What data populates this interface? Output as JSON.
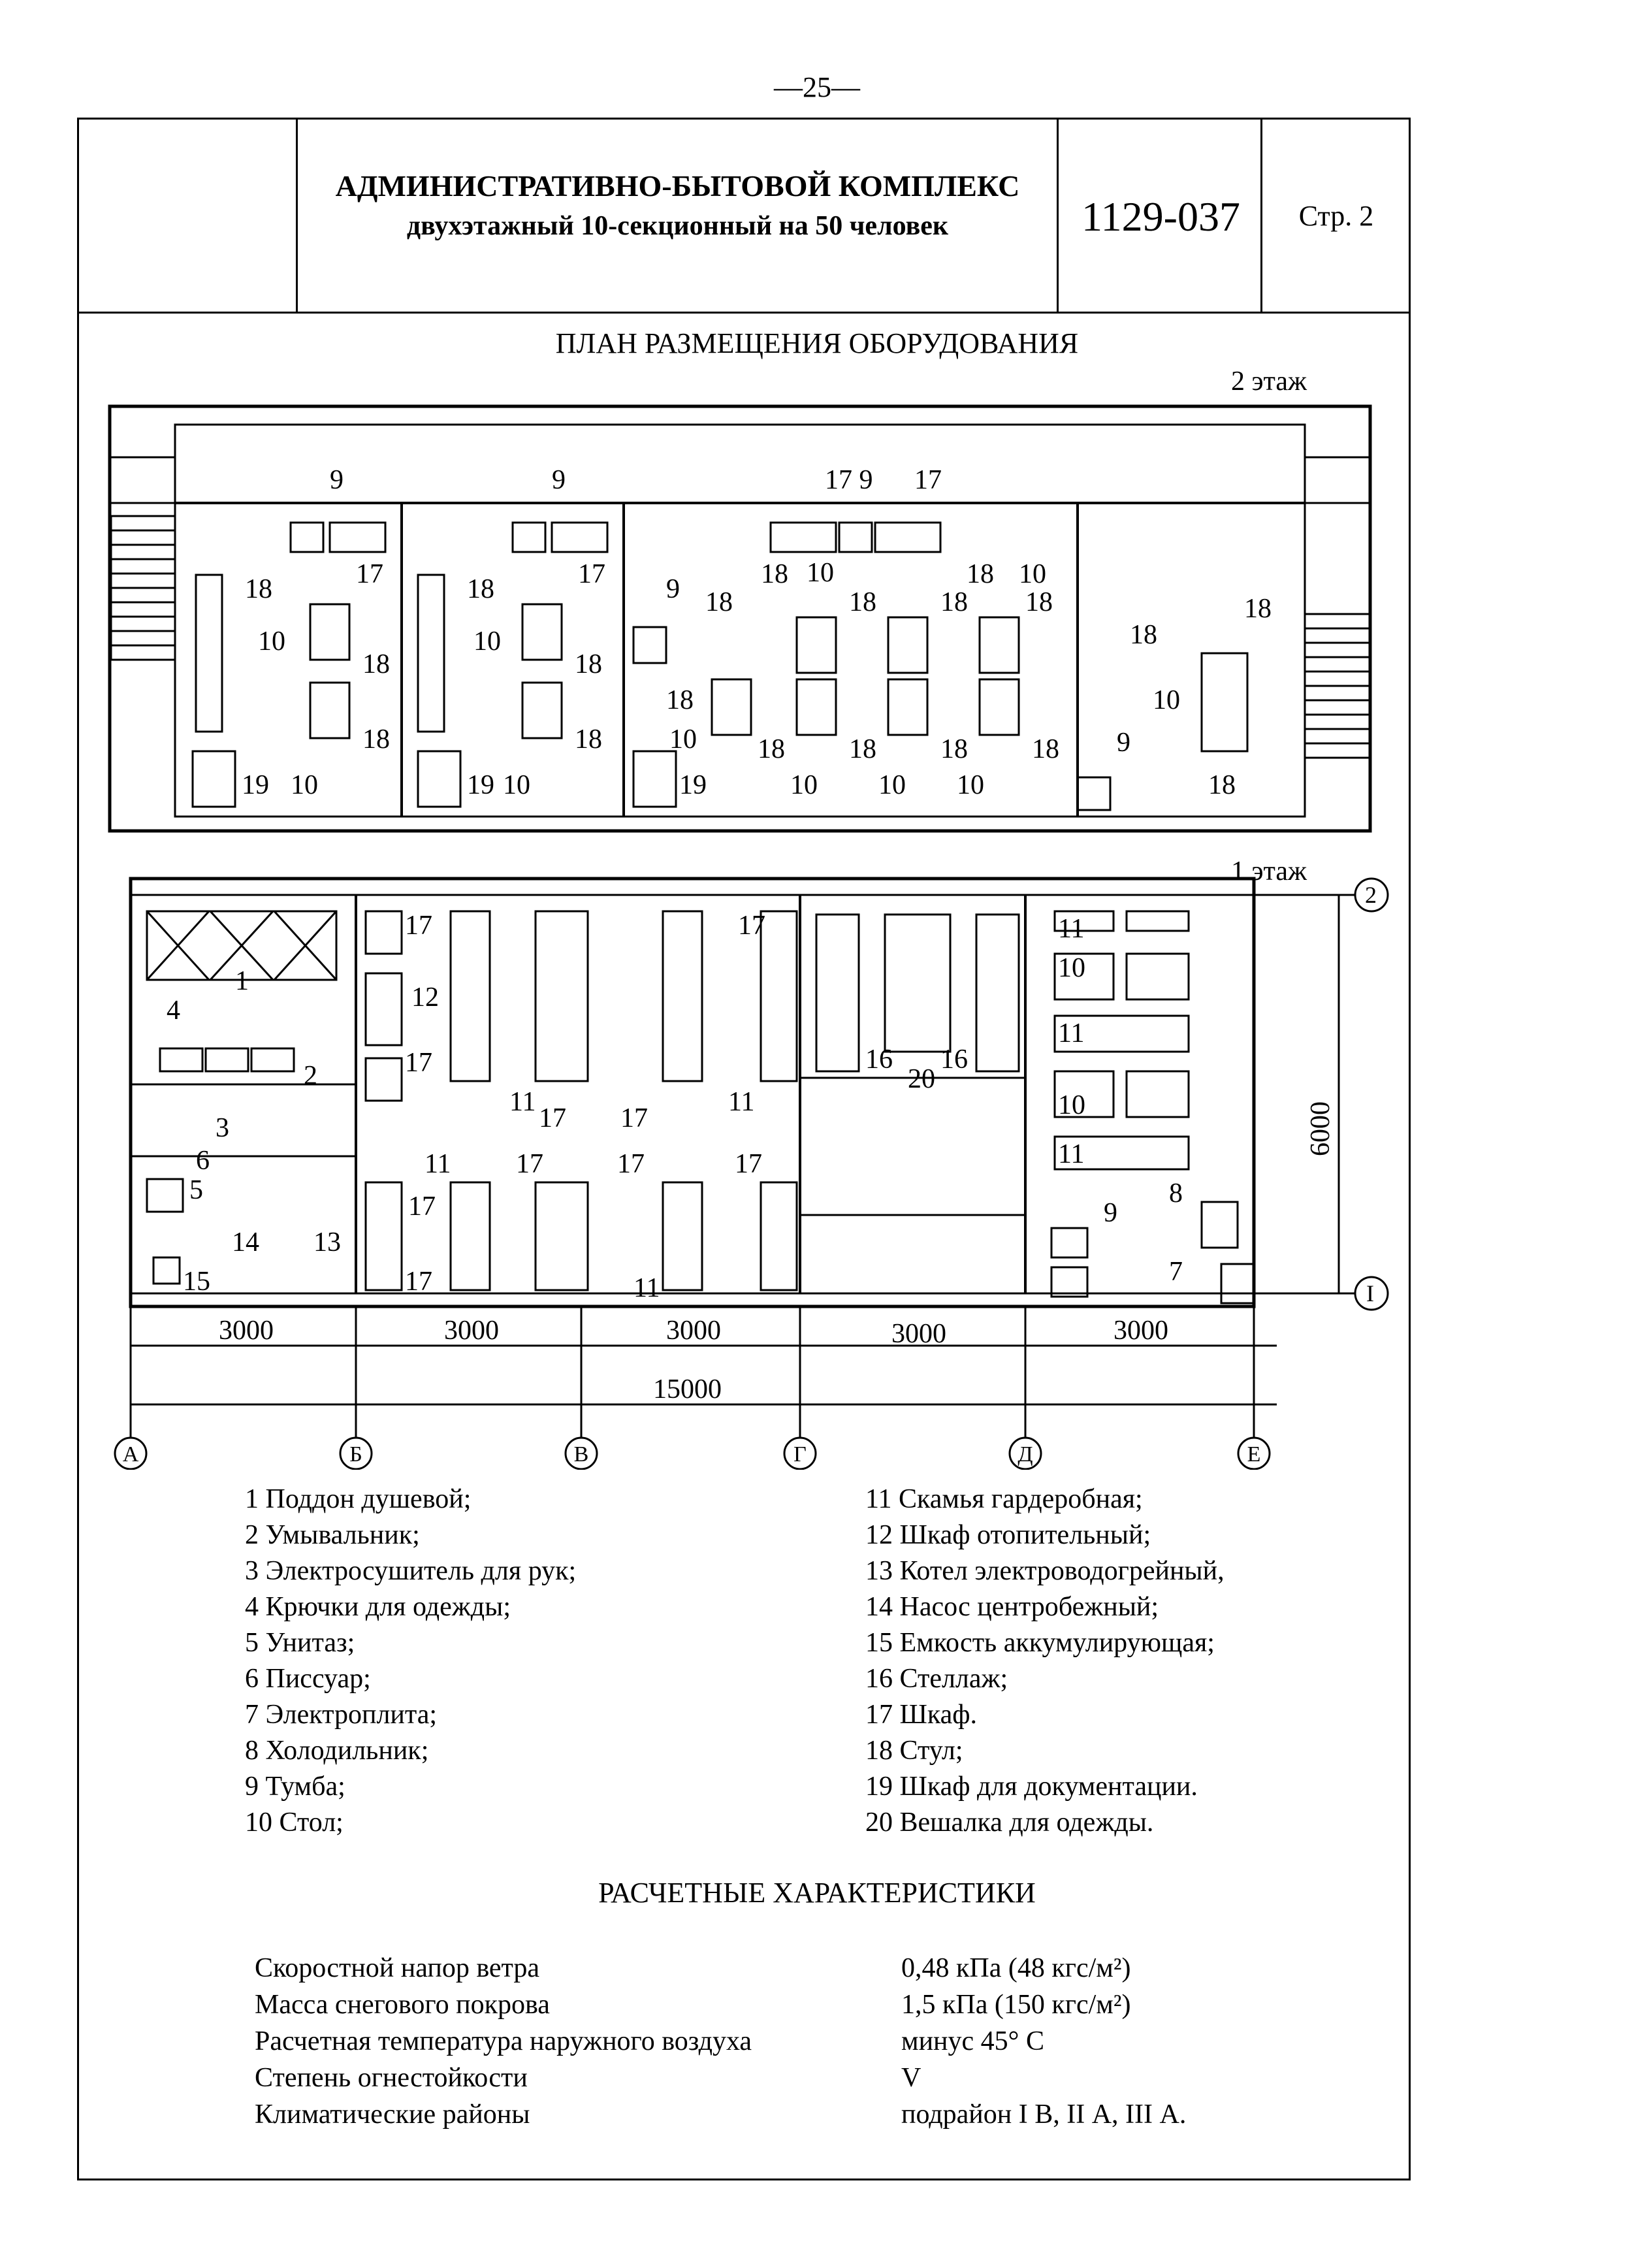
{
  "page_number": "—25—",
  "header": {
    "title_line1": "АДМИНИСТРАТИВНО-БЫТОВОЙ КОМПЛЕКС",
    "title_line2": "двухэтажный 10-секционный на 50 человек",
    "project_code": "1129-037",
    "sheet": "Стр. 2"
  },
  "plan": {
    "title": "ПЛАН РАЗМЕЩЕНИЯ ОБОРУДОВАНИЯ",
    "floor2_label": "2 этаж",
    "floor1_label": "1 этаж",
    "dimension_depth": "6000",
    "dimension_span": "3000",
    "dimension_total": "15000",
    "axes_letters": [
      "А",
      "Б",
      "В",
      "Г",
      "Д",
      "Е"
    ],
    "axes_numbers": [
      "2",
      "I"
    ]
  },
  "legend": {
    "left": [
      "1 Поддон душевой;",
      "2 Умывальник;",
      "3 Электросушитель для рук;",
      "4 Крючки для одежды;",
      "5 Унитаз;",
      "6 Писсуар;",
      "7 Электроплита;",
      "8 Холодильник;",
      "9 Тумба;",
      "10 Стол;"
    ],
    "right": [
      "11 Скамья гардеробная;",
      "12 Шкаф отопительный;",
      "13 Котел электроводогрейный,",
      "14 Насос центробежный;",
      "15 Емкость аккумулирующая;",
      "16 Стеллаж;",
      "17 Шкаф.",
      "18 Стул;",
      "19 Шкаф для документации.",
      "20 Вешалка для одежды."
    ]
  },
  "specs": {
    "title": "РАСЧЕТНЫЕ ХАРАКТЕРИСТИКИ",
    "rows": [
      {
        "label": "Скоростной напор ветра",
        "value": "0,48 кПа (48 кгс/м²)"
      },
      {
        "label": "Масса снегового покрова",
        "value": "1,5 кПа (150 кгс/м²)"
      },
      {
        "label": "Расчетная температура наружного воздуха",
        "value": "минус 45° С"
      },
      {
        "label": "Степень огнестойкости",
        "value": "V"
      },
      {
        "label": "Климатические районы",
        "value": "подрайон I В,  II А,  III А."
      }
    ]
  }
}
